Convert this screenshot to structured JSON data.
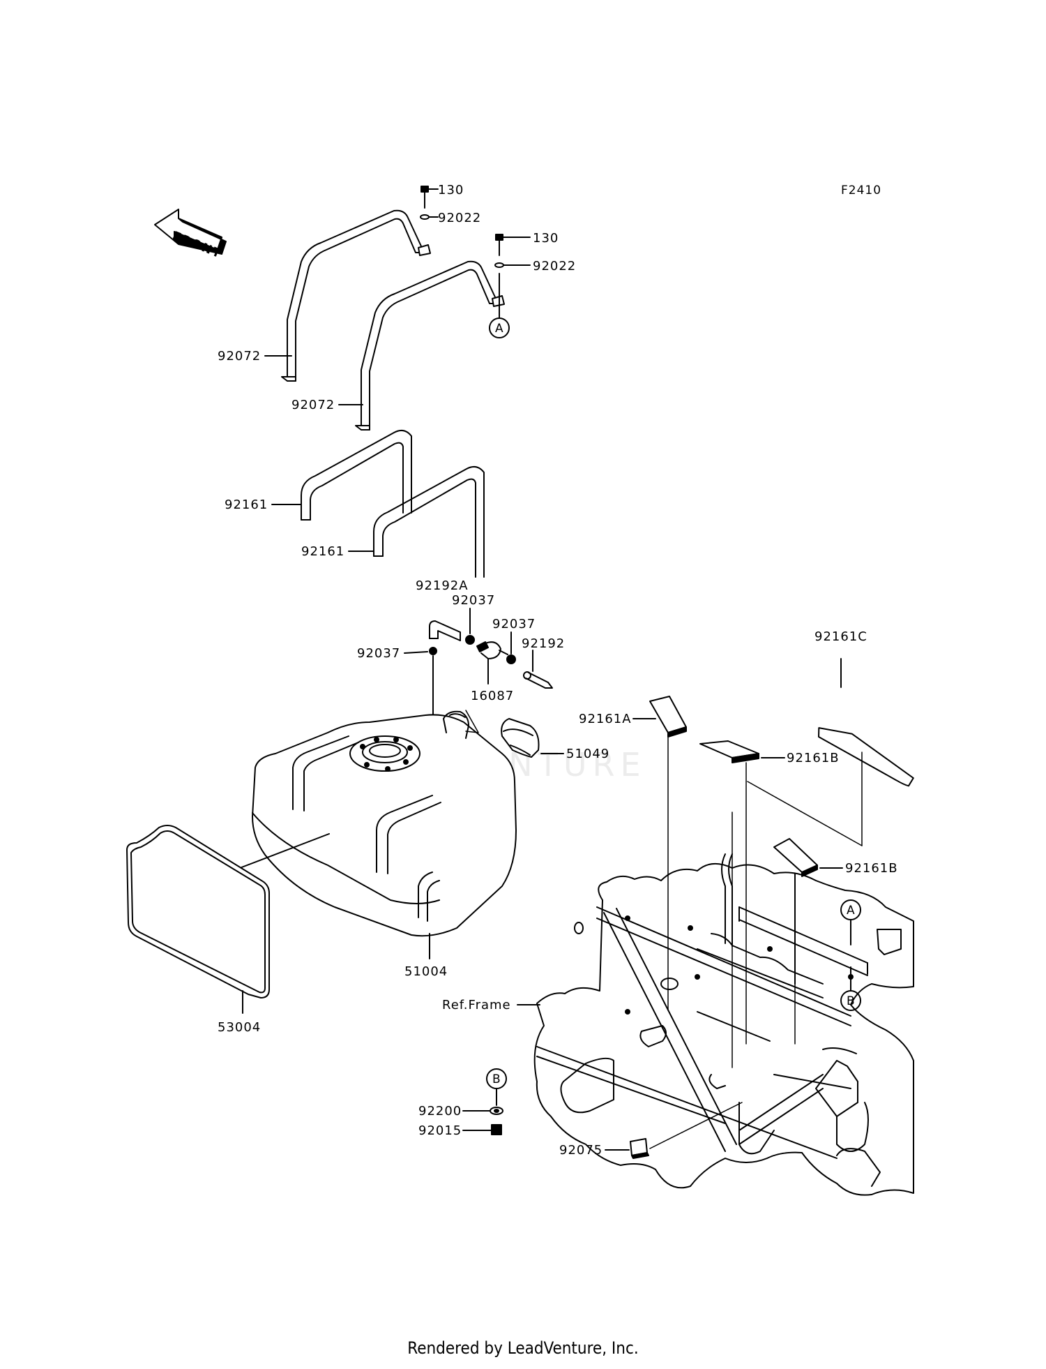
{
  "figure_code": "F2410",
  "front_label": "FRONT",
  "parts": {
    "p130_a": "130",
    "p92022_a": "92022",
    "p130_b": "130",
    "p92022_b": "92022",
    "circle_a_top": "A",
    "p92072_a": "92072",
    "p92072_b": "92072",
    "p92161_a": "92161",
    "p92161_b": "92161",
    "p92192A": "92192A",
    "p92037_a": "92037",
    "p92037_b": "92037",
    "p92037_c": "92037",
    "p92192": "92192",
    "p16087": "16087",
    "p51049": "51049",
    "p51004": "51004",
    "p53004": "53004",
    "p92161C": "92161C",
    "p92161A": "92161A",
    "p92161B_a": "92161B",
    "p92161B_b": "92161B",
    "circle_a_frame": "A",
    "circle_b_frame": "B",
    "ref_frame": "Ref.Frame",
    "circle_b_bottom": "B",
    "p92200": "92200",
    "p92015": "92015",
    "p92075": "92075"
  },
  "watermark": "LEADVENTURE",
  "footer": "Rendered by LeadVenture, Inc."
}
